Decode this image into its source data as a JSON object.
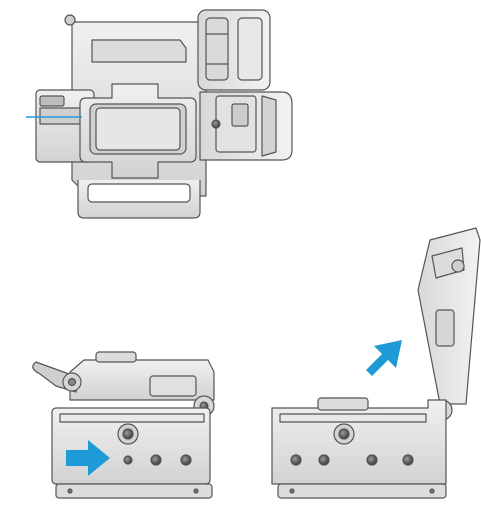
{
  "figure": {
    "views": [
      {
        "id": "top-view",
        "label": ""
      },
      {
        "id": "side-view-closed",
        "label": ""
      },
      {
        "id": "side-view-open",
        "label": ""
      }
    ],
    "arrows": [
      {
        "id": "insert-arrow",
        "direction": "right",
        "color": "#1e9bd7"
      },
      {
        "id": "lift-arrow",
        "direction": "up-right",
        "color": "#1e9bd7"
      }
    ],
    "fiber_color": "#1e9bd7",
    "body_color": "#e6e6e6",
    "outline_color": "#555555"
  }
}
